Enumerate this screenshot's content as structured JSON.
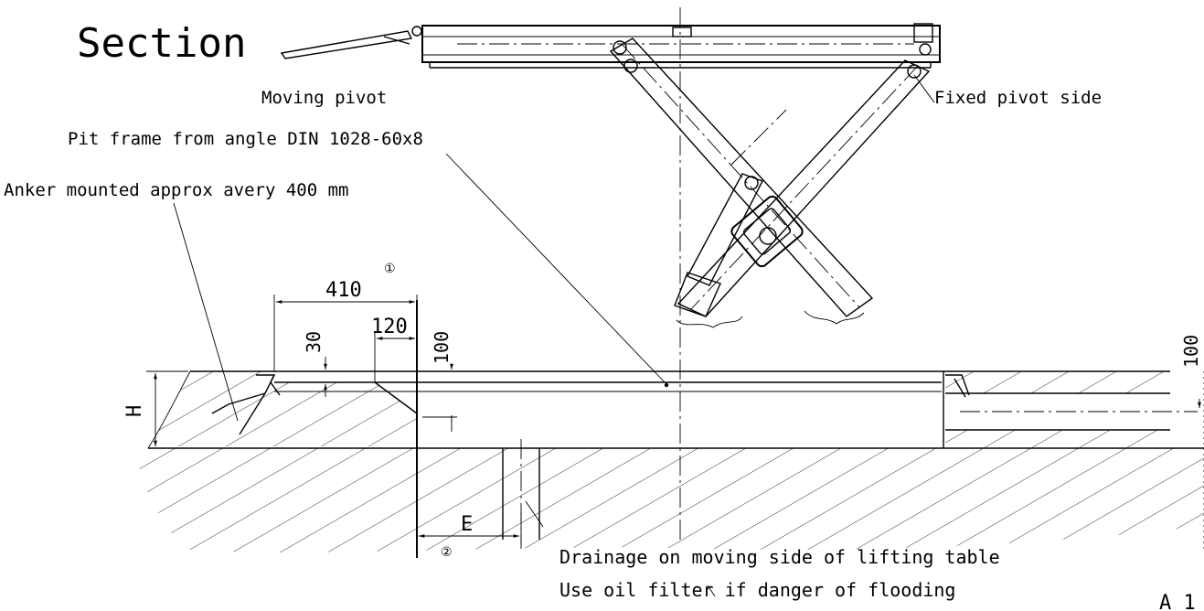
{
  "title": "Section",
  "labels": {
    "moving_pivot": "Moving pivot",
    "pit_frame": "Pit frame from angle DIN 1028-60x8",
    "anker": "Anker mounted approx avery 400 mm",
    "fixed_pivot": "Fixed pivot side",
    "drainage": "Drainage on moving side of lifting table",
    "oil_filter": "Use oil filter if danger of flooding",
    "corner": "A 1"
  },
  "dimensions": {
    "d410": "410",
    "d120": "120",
    "d30": "30",
    "d100_left": "100",
    "d100_right": "100",
    "dH": "H",
    "dE": "E",
    "note1": "①",
    "note2": "②"
  }
}
